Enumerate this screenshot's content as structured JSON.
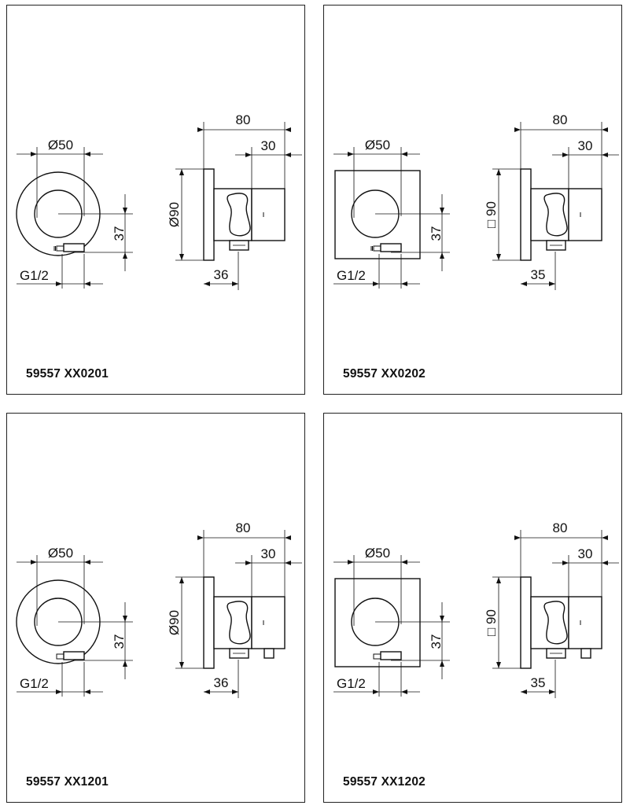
{
  "panels": [
    {
      "id": "p1",
      "rosette": "round",
      "outlet": "bottom",
      "model_code": "59557 XX0201",
      "dims": {
        "diameter_inner": "Ø50",
        "offset_37": "37",
        "thread": "G1/2",
        "depth_80": "80",
        "depth_30": "30",
        "height_90": "Ø90",
        "depth_36": "36"
      }
    },
    {
      "id": "p2",
      "rosette": "square",
      "outlet": "bottom",
      "model_code": "59557 XX0202",
      "dims": {
        "diameter_inner": "Ø50",
        "offset_37": "37",
        "thread": "G1/2",
        "depth_80": "80",
        "depth_30": "30",
        "height_90": "□ 90",
        "depth_36": "35"
      }
    },
    {
      "id": "p3",
      "rosette": "round",
      "outlet": "bottom-with-valve",
      "model_code": "59557 XX1201",
      "dims": {
        "diameter_inner": "Ø50",
        "offset_37": "37",
        "thread": "G1/2",
        "depth_80": "80",
        "depth_30": "30",
        "height_90": "Ø90",
        "depth_36": "36"
      }
    },
    {
      "id": "p4",
      "rosette": "square",
      "outlet": "bottom-with-valve",
      "model_code": "59557 XX1202",
      "dims": {
        "diameter_inner": "Ø50",
        "offset_37": "37",
        "thread": "G1/2",
        "depth_80": "80",
        "depth_30": "30",
        "height_90": "□ 90",
        "depth_36": "35"
      }
    }
  ]
}
